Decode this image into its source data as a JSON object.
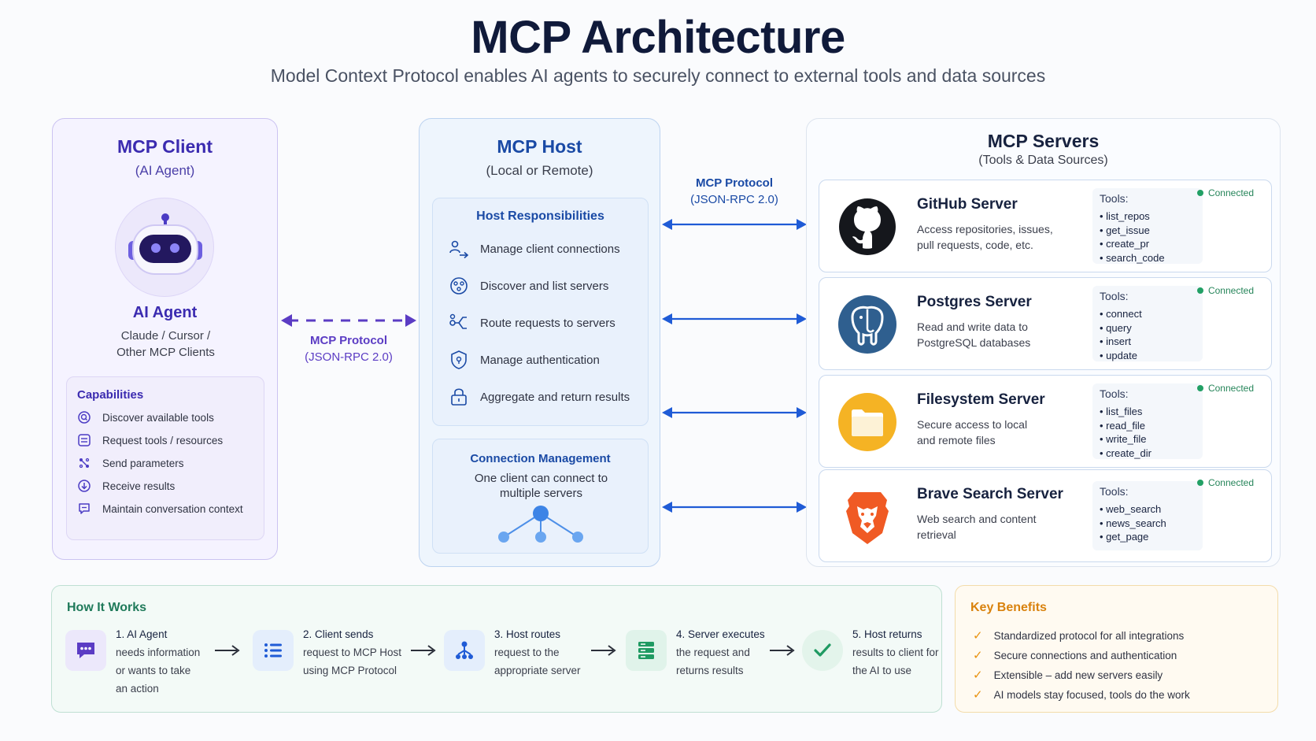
{
  "header": {
    "title": "MCP Architecture",
    "subtitle": "Model Context Protocol enables AI agents to securely connect to external tools and data sources"
  },
  "client": {
    "title": "MCP Client",
    "subtitle": "(AI Agent)",
    "agent_name": "AI Agent",
    "agent_desc_line1": "Claude / Cursor /",
    "agent_desc_line2": "Other MCP Clients",
    "capabilities_title": "Capabilities",
    "capabilities": [
      {
        "label": "Discover available tools",
        "icon": "search-icon"
      },
      {
        "label": "Request tools / resources",
        "icon": "list-icon"
      },
      {
        "label": "Send parameters",
        "icon": "sliders-icon"
      },
      {
        "label": "Receive results",
        "icon": "download-icon"
      },
      {
        "label": "Maintain conversation context",
        "icon": "chat-icon"
      }
    ]
  },
  "protocol_left": {
    "name": "MCP Protocol",
    "spec": "(JSON-RPC 2.0)"
  },
  "protocol_right": {
    "name": "MCP Protocol",
    "spec": "(JSON-RPC 2.0)"
  },
  "host": {
    "title": "MCP Host",
    "subtitle": "(Local or Remote)",
    "responsibilities_title": "Host Responsibilities",
    "responsibilities": [
      {
        "label": "Manage client connections",
        "icon": "connections-icon"
      },
      {
        "label": "Discover and list servers",
        "icon": "discover-icon"
      },
      {
        "label": "Route requests to servers",
        "icon": "route-icon"
      },
      {
        "label": "Manage authentication",
        "icon": "shield-icon"
      },
      {
        "label": "Aggregate and return results",
        "icon": "aggregate-icon"
      }
    ],
    "connection_title": "Connection Management",
    "connection_desc_line1": "One client can connect to",
    "connection_desc_line2": "multiple servers"
  },
  "servers": {
    "title": "MCP Servers",
    "subtitle": "(Tools & Data Sources)",
    "tools_label": "Tools:",
    "status_label": "Connected",
    "status_color": "#22a065",
    "items": [
      {
        "name": "GitHub Server",
        "desc_line1": "Access repositories, issues,",
        "desc_line2": "pull requests, code, etc.",
        "icon": "github-icon",
        "tools": [
          "list_repos",
          "get_issue",
          "create_pr",
          "search_code"
        ]
      },
      {
        "name": "Postgres Server",
        "desc_line1": "Read and write data to",
        "desc_line2": "PostgreSQL databases",
        "icon": "postgres-icon",
        "tools": [
          "connect",
          "query",
          "insert",
          "update"
        ]
      },
      {
        "name": "Filesystem Server",
        "desc_line1": "Secure access to local",
        "desc_line2": "and remote files",
        "icon": "folder-icon",
        "tools": [
          "list_files",
          "read_file",
          "write_file",
          "create_dir"
        ]
      },
      {
        "name": "Brave Search Server",
        "desc_line1": "Web search and content",
        "desc_line2": "retrieval",
        "icon": "brave-lion-icon",
        "tools": [
          "web_search",
          "news_search",
          "get_page"
        ]
      }
    ]
  },
  "how_it_works": {
    "title": "How It Works",
    "steps": [
      {
        "num": "1.",
        "lines": [
          "AI Agent",
          "needs information",
          "or wants to take",
          "an action"
        ],
        "icon": "chat-bubble-icon"
      },
      {
        "num": "2.",
        "lines": [
          "Client sends",
          "request to MCP Host",
          "using MCP Protocol"
        ],
        "icon": "list-icon"
      },
      {
        "num": "3.",
        "lines": [
          "Host routes",
          "request to the",
          "appropriate server"
        ],
        "icon": "network-icon"
      },
      {
        "num": "4.",
        "lines": [
          "Server executes",
          "the request and",
          "returns results"
        ],
        "icon": "server-icon"
      },
      {
        "num": "5.",
        "lines": [
          "Host returns",
          "results to client for",
          "the AI to use"
        ],
        "icon": "checkmark-icon"
      }
    ]
  },
  "benefits": {
    "title": "Key Benefits",
    "items": [
      "Standardized protocol for all integrations",
      "Secure connections and authentication",
      "Extensible – add new servers easily",
      "AI models stay focused, tools do the work"
    ]
  },
  "colors": {
    "client_accent": "#3b2bb0",
    "host_accent": "#1a4aa5",
    "how_accent": "#1f7a5a",
    "benefits_accent": "#d9820e"
  }
}
